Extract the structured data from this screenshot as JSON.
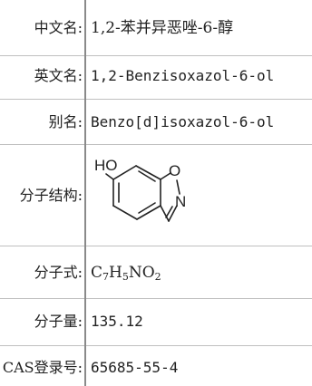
{
  "rows": {
    "chinese_name": {
      "label": "中文名:",
      "value": "1,2-苯并异恶唑-6-醇"
    },
    "english_name": {
      "label": "英文名:",
      "value": "1,2-Benzisoxazol-6-ol"
    },
    "alias": {
      "label": "别名:",
      "value": "Benzo[d]isoxazol-6-ol"
    },
    "structure": {
      "label": "分子结构:",
      "atom_hydroxyl": "HO",
      "atom_oxygen": "O",
      "atom_nitrogen": "N"
    },
    "formula": {
      "label": "分子式:",
      "parts": [
        "C",
        "7",
        "H",
        "5",
        "NO",
        "2"
      ]
    },
    "molar_mass": {
      "label": "分子量:",
      "value": "135.12"
    },
    "cas": {
      "label": "CAS登录号:",
      "value": "65685-55-4"
    }
  }
}
